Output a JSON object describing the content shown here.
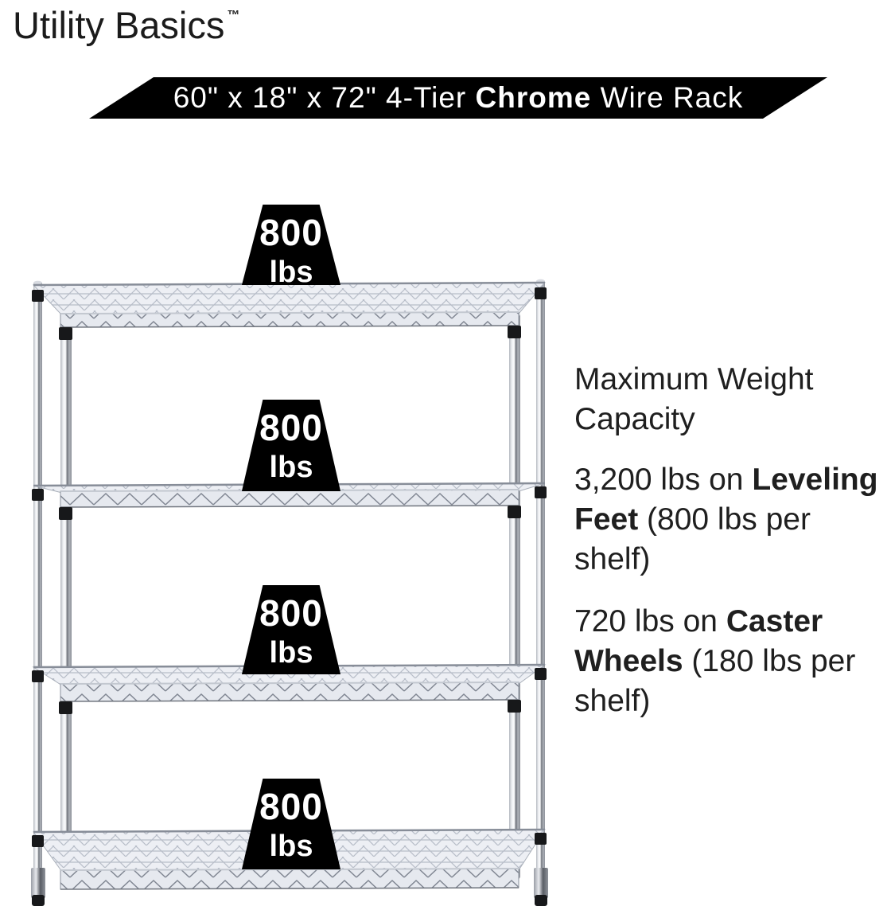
{
  "brand": {
    "name": "Utility Basics",
    "trademark": "™"
  },
  "banner": {
    "segments": [
      {
        "t": "60\" x 18\" x 72\" 4-Tier ",
        "b": false
      },
      {
        "t": "Chrome",
        "b": true
      },
      {
        "t": " Wire Rack",
        "b": false
      }
    ]
  },
  "shelves": [
    {
      "capacity": "800",
      "unit": "lbs"
    },
    {
      "capacity": "800",
      "unit": "lbs"
    },
    {
      "capacity": "800",
      "unit": "lbs"
    },
    {
      "capacity": "800",
      "unit": "lbs"
    }
  ],
  "info": {
    "heading": {
      "lines": [
        [
          {
            "t": "Maximum Weight",
            "b": false
          }
        ],
        [
          {
            "t": "Capacity",
            "b": false
          }
        ]
      ]
    },
    "paragraphs": [
      {
        "lines": [
          [
            {
              "t": "3,200 lbs on ",
              "b": false
            },
            {
              "t": "Leveling",
              "b": true
            }
          ],
          [
            {
              "t": "Feet",
              "b": true
            },
            {
              "t": " (800 lbs per",
              "b": false
            }
          ],
          [
            {
              "t": "shelf)",
              "b": false
            }
          ]
        ]
      },
      {
        "lines": [
          [
            {
              "t": "720 lbs on ",
              "b": false
            },
            {
              "t": "Caster",
              "b": true
            }
          ],
          [
            {
              "t": "Wheels",
              "b": true
            },
            {
              "t": " (180 lbs per",
              "b": false
            }
          ],
          [
            {
              "t": "shelf)",
              "b": false
            }
          ]
        ]
      }
    ]
  },
  "colors": {
    "background": "#ffffff",
    "banner_bg": "#000000",
    "banner_text": "#ffffff",
    "weight_badge_bg": "#000000",
    "weight_badge_text": "#ffffff",
    "body_text": "#1f1f1f"
  }
}
